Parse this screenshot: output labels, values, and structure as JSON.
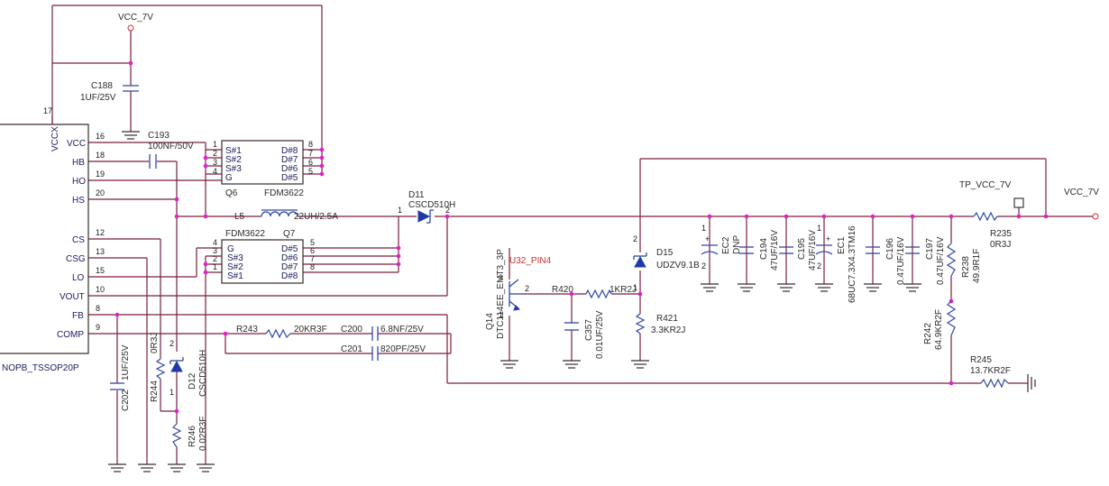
{
  "nets": {
    "vcc_top": "VCC_7V",
    "vcc_right": "VCC_7V",
    "tp": "TP_VCC_7V",
    "u32": "U32_PIN4"
  },
  "ic": {
    "pins": [
      {
        "num": "16",
        "name": "VCC"
      },
      {
        "num": "18",
        "name": "HB"
      },
      {
        "num": "19",
        "name": "HO"
      },
      {
        "num": "20",
        "name": "HS"
      },
      {
        "num": "12",
        "name": "CS"
      },
      {
        "num": "13",
        "name": "CSG"
      },
      {
        "num": "15",
        "name": "LO"
      },
      {
        "num": "10",
        "name": "VOUT"
      },
      {
        "num": "8",
        "name": "FB"
      },
      {
        "num": "9",
        "name": "COMP"
      }
    ],
    "vccx_num": "17",
    "vccx_name": "VCCX",
    "part": "NOPB_TSSOP20P"
  },
  "q6": {
    "ref": "Q6",
    "part": "FDM3622",
    "left_pins": [
      {
        "num": "1",
        "name": "S#1"
      },
      {
        "num": "2",
        "name": "S#2"
      },
      {
        "num": "3",
        "name": "S#3"
      },
      {
        "num": "4",
        "name": "G"
      }
    ],
    "right_pins": [
      {
        "num": "8",
        "name": "D#8"
      },
      {
        "num": "7",
        "name": "D#7"
      },
      {
        "num": "6",
        "name": "D#6"
      },
      {
        "num": "5",
        "name": "D#5"
      }
    ]
  },
  "q7": {
    "ref": "Q7",
    "part": "FDM3622",
    "left_pins": [
      {
        "num": "4",
        "name": "G"
      },
      {
        "num": "3",
        "name": "S#3"
      },
      {
        "num": "2",
        "name": "S#2"
      },
      {
        "num": "1",
        "name": "S#1"
      }
    ],
    "right_pins": [
      {
        "num": "5",
        "name": "D#5"
      },
      {
        "num": "6",
        "name": "D#6"
      },
      {
        "num": "7",
        "name": "D#7"
      },
      {
        "num": "8",
        "name": "D#8"
      }
    ]
  },
  "parts": {
    "c188": {
      "ref": "C188",
      "val": "1UF/25V"
    },
    "c193": {
      "ref": "C193",
      "val": "100NF/50V"
    },
    "l5": {
      "ref": "L5",
      "val": "22UH/2.5A"
    },
    "d11": {
      "ref": "D11",
      "val": "CSCD510H",
      "p1": "1",
      "p2": "2"
    },
    "q14": {
      "ref": "Q14",
      "val": "DTC114EE_EMT3_3P",
      "p1": "1",
      "p2": "2",
      "p3": "3"
    },
    "r420": {
      "ref": "R420",
      "val": "1KR2J"
    },
    "c357": {
      "ref": "C357",
      "val": "0.01UF/25V"
    },
    "d15": {
      "ref": "D15",
      "val": "UDZV9.1B",
      "p1": "1",
      "p2": "2"
    },
    "r421": {
      "ref": "R421",
      "val": "3.3KR2J"
    },
    "ec2": {
      "ref": "EC2",
      "val": "DNP",
      "p1": "1",
      "p2": "2"
    },
    "c194": {
      "ref": "C194",
      "val": "47UF/16V"
    },
    "c195": {
      "ref": "C195",
      "val": "47UF/16V"
    },
    "ec1": {
      "ref": "EC1",
      "val": "68UC7.3X4.3TM16",
      "p1": "1",
      "p2": "2"
    },
    "c196": {
      "ref": "C196",
      "val": "0.47UF/16V"
    },
    "c197": {
      "ref": "C197",
      "val": "0.47UF/16V"
    },
    "r235": {
      "ref": "R235",
      "val": "0R3J"
    },
    "r238": {
      "ref": "R238",
      "val": "49.9R1F"
    },
    "r242": {
      "ref": "R242",
      "val": "64.9KR2F"
    },
    "r245": {
      "ref": "R245",
      "val": "13.7KR2F"
    },
    "r243": {
      "ref": "R243",
      "val": "20KR3F"
    },
    "c200": {
      "ref": "C200",
      "val": "6.8NF/25V"
    },
    "c201": {
      "ref": "C201",
      "val": "820PF/25V"
    },
    "c202": {
      "ref": "C202",
      "val": "1UF/25V"
    },
    "r244": {
      "ref": "R244",
      "val": "0R3J"
    },
    "d12": {
      "ref": "D12",
      "val": "CSCD510H",
      "p1": "1",
      "p2": "2"
    },
    "r246": {
      "ref": "R246",
      "val": "0.02R3F"
    }
  }
}
